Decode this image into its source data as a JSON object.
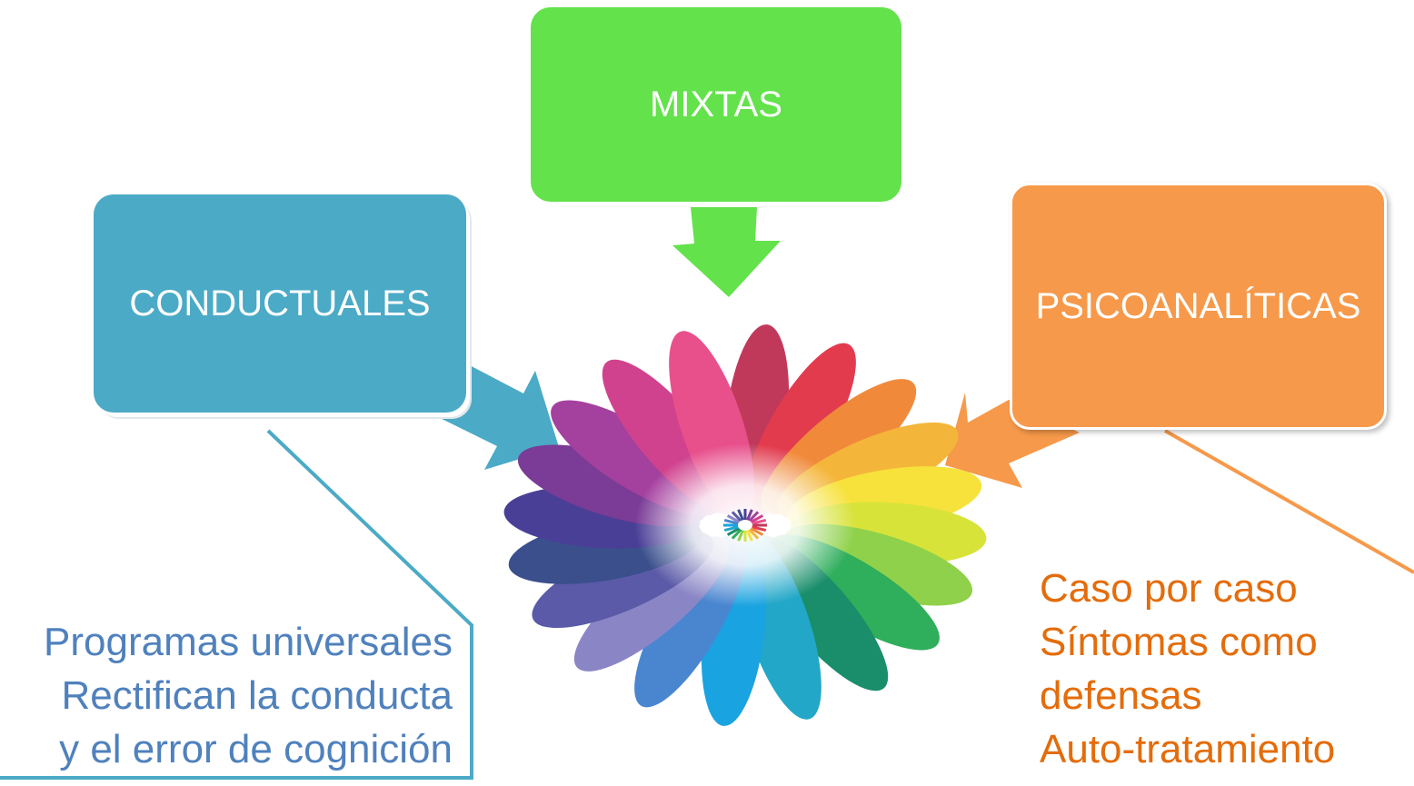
{
  "boxes": {
    "mixtas": "MIXTAS",
    "conductuales": "CONDUCTUALES",
    "psicoanaliticas": "PSICOANALÍTICAS"
  },
  "conductuales_notes": [
    "Programas universales",
    "Rectifican la conducta",
    "y el error de cognición"
  ],
  "psicoanaliticas_notes": [
    "Caso por caso",
    "Síntomas como",
    "defensas",
    "Auto-tratamiento"
  ],
  "colors": {
    "mixtas": "#63e24b",
    "conductuales": "#4baac6",
    "psicoanaliticas": "#f6994a",
    "conductuales_text": "#4f81bd",
    "psicoanaliticas_text": "#e46c0a"
  },
  "icons": {
    "center": "color-wheel-flower-icon"
  }
}
